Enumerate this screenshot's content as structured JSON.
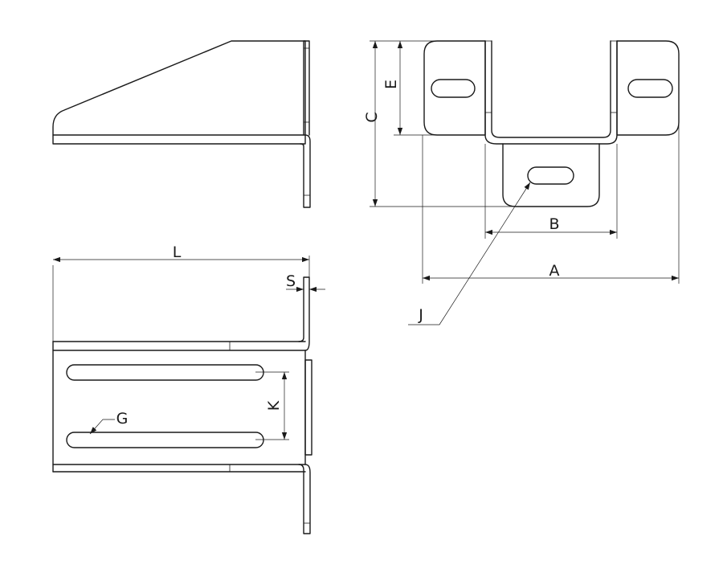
{
  "labels": {
    "L": "L",
    "S": "S",
    "C": "C",
    "E": "E",
    "B": "B",
    "A": "A",
    "J": "J",
    "G": "G",
    "K": "K"
  },
  "colors": {
    "line": "#1a1a1a",
    "background": "#ffffff"
  }
}
